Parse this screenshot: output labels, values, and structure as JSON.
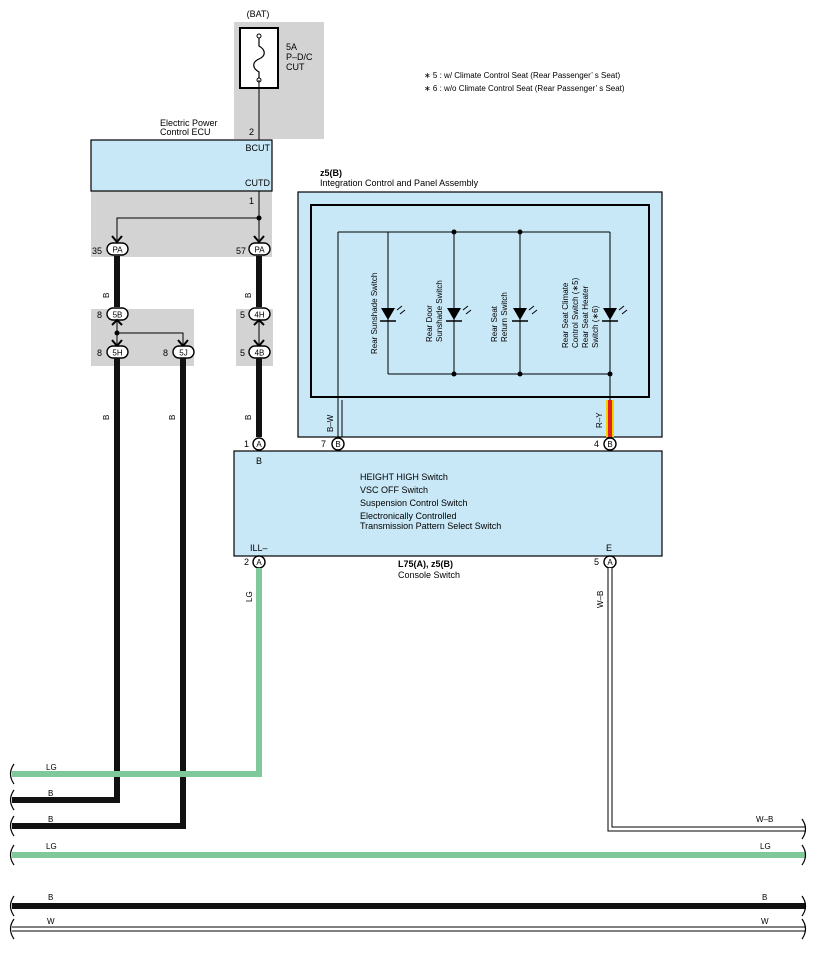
{
  "legend": {
    "note1": "∗ 5 : w/ Climate Control Seat  (Rear Passenger’ s Seat)",
    "note2": "∗ 6 : w/o Climate Control Seat  (Rear Passenger’ s Seat)"
  },
  "fuse": {
    "source": "(BAT)",
    "amps": "5A",
    "name_line1": "P–D/C",
    "name_line2": "CUT"
  },
  "ecu": {
    "title_line1": "Electric Power",
    "title_line2": "Control ECU",
    "pin_top": "2",
    "pin_bcut": "BCUT",
    "pin_cutd": "CUTD",
    "pin_bottom": "1"
  },
  "connectors": {
    "pa_left": {
      "pin": "35",
      "id": "PA"
    },
    "pa_right": {
      "pin": "57",
      "id": "PA"
    },
    "c5b": {
      "pin": "8",
      "id": "5B"
    },
    "c4h": {
      "pin": "5",
      "id": "4H"
    },
    "c5h": {
      "pin": "8",
      "id": "5H"
    },
    "c5j": {
      "pin": "8",
      "id": "5J"
    },
    "c4b": {
      "pin": "5",
      "id": "4B"
    },
    "a1": {
      "pin": "1",
      "id": "A"
    },
    "b7": {
      "pin": "7",
      "id": "B"
    },
    "b4": {
      "pin": "4",
      "id": "B"
    },
    "a2": {
      "pin": "2",
      "id": "A"
    },
    "a5": {
      "pin": "5",
      "id": "A"
    }
  },
  "panel": {
    "code": "z5(B)",
    "name": "Integration Control  and Panel Assembly",
    "switches": [
      {
        "line1": "Rear Sunshade Switch",
        "line2": ""
      },
      {
        "line1": "Rear Door",
        "line2": "Sunshade Switch"
      },
      {
        "line1": "Rear Seat",
        "line2": "Return Switch"
      },
      {
        "line1": "Rear Seat Climate",
        "line2": "Control Switch (∗5)",
        "line3": "Rear Seat Heater",
        "line4": "Switch (∗6)"
      }
    ]
  },
  "console": {
    "code": "L75(A), z5(B)",
    "name": "Console Switch",
    "pin_b": "B",
    "pin_ill": "ILL–",
    "pin_e": "E",
    "functions": [
      "HEIGHT HIGH Switch",
      "VSC OFF Switch",
      "Suspension Control Switch",
      "Electronically Controlled",
      "Transmission Pattern Select Switch"
    ]
  },
  "wire_labels": {
    "b_left_upper": "B",
    "b_right_upper": "B",
    "b_left_lower": "B",
    "b_5j": "B",
    "b_4b": "B",
    "b_w": "B–W",
    "r_y": "R–Y",
    "lg_vert": "LG",
    "w_b_vert": "W–B"
  },
  "buses": [
    {
      "left": "LG",
      "right": ""
    },
    {
      "left": "B",
      "right": ""
    },
    {
      "left": "B",
      "right": "W–B"
    },
    {
      "left": "LG",
      "right": "LG"
    },
    {
      "left": "B",
      "right": "B"
    },
    {
      "left": "W",
      "right": "W"
    }
  ],
  "colors": {
    "gray_box": "#d3d3d3",
    "blue_box": "#c9e8f7",
    "green_wire": "#7fc89a",
    "black_wire": "#111111",
    "red_wire": "#e02020",
    "yellow_wire": "#f2d300"
  }
}
